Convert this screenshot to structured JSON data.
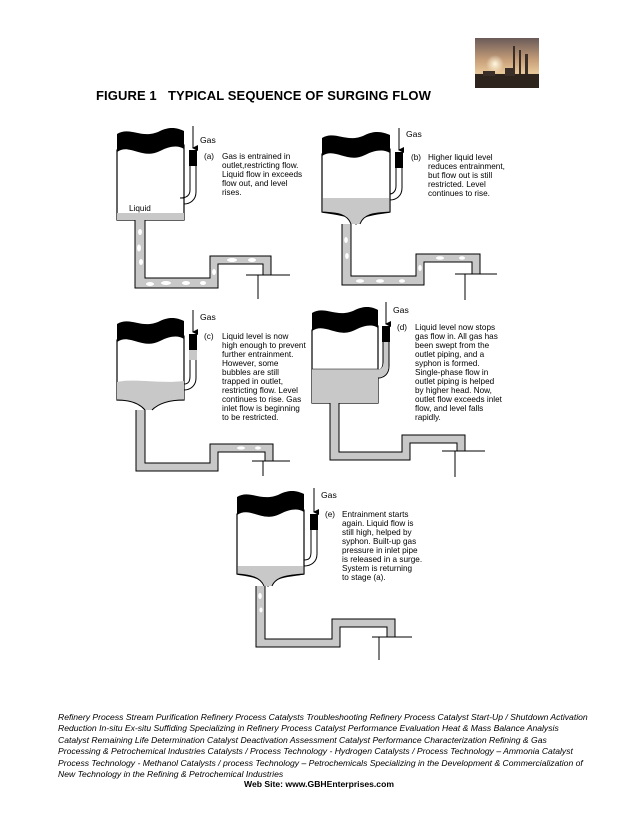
{
  "figure": {
    "number": "FIGURE 1",
    "title": "TYPICAL SEQUENCE OF SURGING FLOW"
  },
  "panels": [
    {
      "id": "a",
      "gas_label": "Gas",
      "letter": "(a)",
      "liquid_label": "Liquid",
      "lines": [
        "Gas is entrained in",
        "outlet,restricting flow.",
        "Liquid flow in exceeds",
        "flow out, and level",
        "rises."
      ]
    },
    {
      "id": "b",
      "gas_label": "Gas",
      "letter": "(b)",
      "lines": [
        "Higher liquid level",
        "reduces entrainment,",
        "but flow out is still",
        "restricted.  Level",
        "continues to rise."
      ]
    },
    {
      "id": "c",
      "gas_label": "Gas",
      "letter": "(c)",
      "lines": [
        "Liquid level is now",
        "high enough to prevent",
        "further entrainment.",
        "However, some",
        "bubbles are still",
        "trapped in outlet,",
        "restricting flow.  Level",
        "continues to rise.  Gas",
        "inlet flow is beginning",
        "to be restricted."
      ]
    },
    {
      "id": "d",
      "gas_label": "Gas",
      "letter": "(d)",
      "lines": [
        "Liquid level now stops",
        "gas flow in.  All gas has",
        "been swept from the",
        "outlet piping, and a",
        "syphon is formed.",
        "Single-phase flow in",
        "outlet piping is helped",
        "by higher head.  Now,",
        "outlet flow exceeds inlet",
        "flow, and level falls",
        "rapidly."
      ]
    },
    {
      "id": "e",
      "gas_label": "Gas",
      "letter": "(e)",
      "lines": [
        "Entrainment starts",
        "again.  Liquid flow is",
        "still high, helped by",
        "syphon.  Built-up gas",
        "pressure in inlet pipe",
        "is released in a surge.",
        "System is returning",
        "to stage (a)."
      ]
    }
  ],
  "footer": {
    "text": "Refinery Process Stream Purification Refinery Process Catalysts Troubleshooting Refinery Process Catalyst Start-Up / Shutdown Activation   Reduction  In-situ  Ex-situ Suffiding Specializing in Refinery Process Catalyst Performance Evaluation Heat & Mass Balance Analysis  Catalyst Remaining Life Determination  Catalyst Deactivation Assessment  Catalyst Performance Characterization  Refining  & Gas Processing &  Petrochemical Industries  Catalysts / Process Technology - Hydrogen  Catalysts / Process Technology – Ammonia  Catalyst Process Technology - Methanol  Catalysts / process Technology – Petrochemicals Specializing in the Development  & Commercialization of New Technology in the Refining &   Petrochemical Industries",
    "website": "Web Site: www.GBHEnterprises.com"
  },
  "colors": {
    "liquid": "#c8c8c8",
    "ink": "#000000"
  }
}
